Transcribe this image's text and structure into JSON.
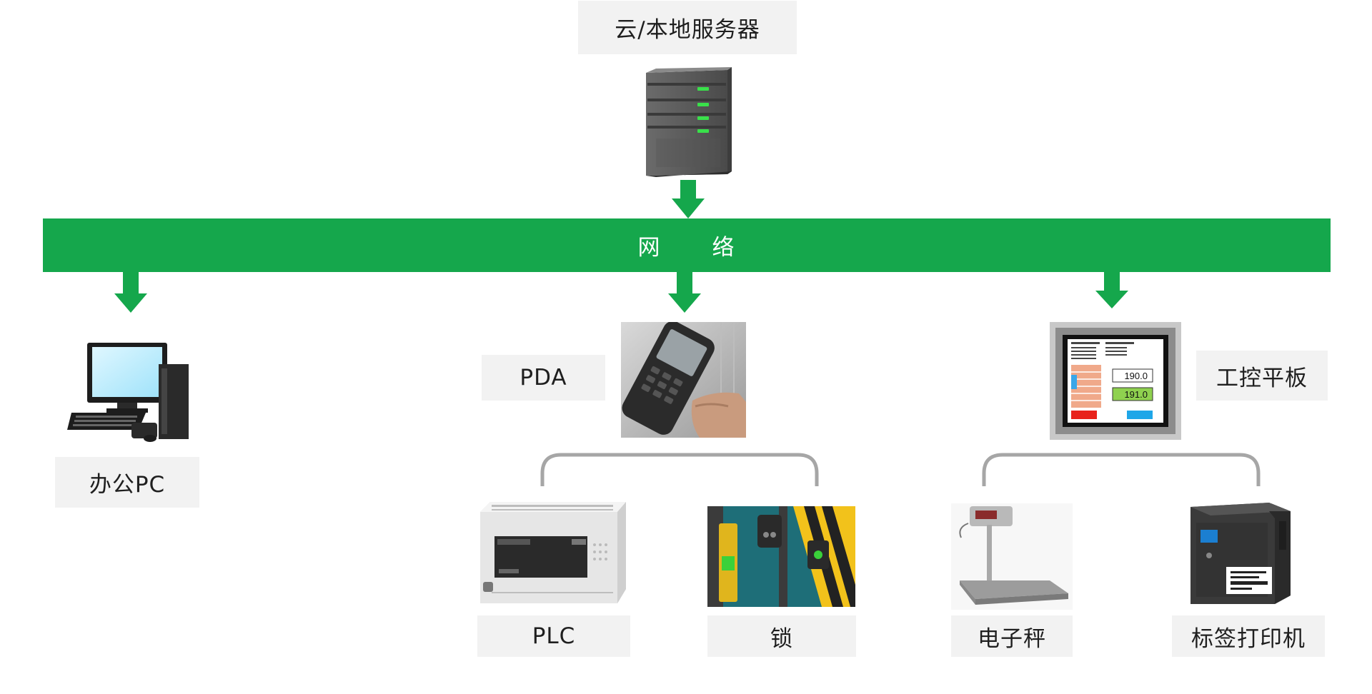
{
  "colors": {
    "network_green": "#15a74c",
    "label_bg": "#f2f2f2",
    "connector_gray": "#a6a6a6"
  },
  "server": {
    "label": "云/本地服务器",
    "icon": "server-rack-icon"
  },
  "network": {
    "label": "网      络"
  },
  "office_pc": {
    "label": "办公PC",
    "icon": "desktop-computer-icon"
  },
  "pda": {
    "label": "PDA",
    "icon": "handheld-scanner-icon"
  },
  "panel": {
    "label": "工控平板",
    "icon": "industrial-tablet-icon",
    "screen": {
      "value_1": "190.0",
      "value_2": "191.0"
    }
  },
  "plc": {
    "label": "PLC",
    "icon": "plc-controller-icon"
  },
  "lock": {
    "label": "锁",
    "icon": "safety-lock-icon"
  },
  "scale": {
    "label": "电子秤",
    "icon": "platform-scale-icon"
  },
  "printer": {
    "label": "标签打印机",
    "icon": "label-printer-icon"
  }
}
